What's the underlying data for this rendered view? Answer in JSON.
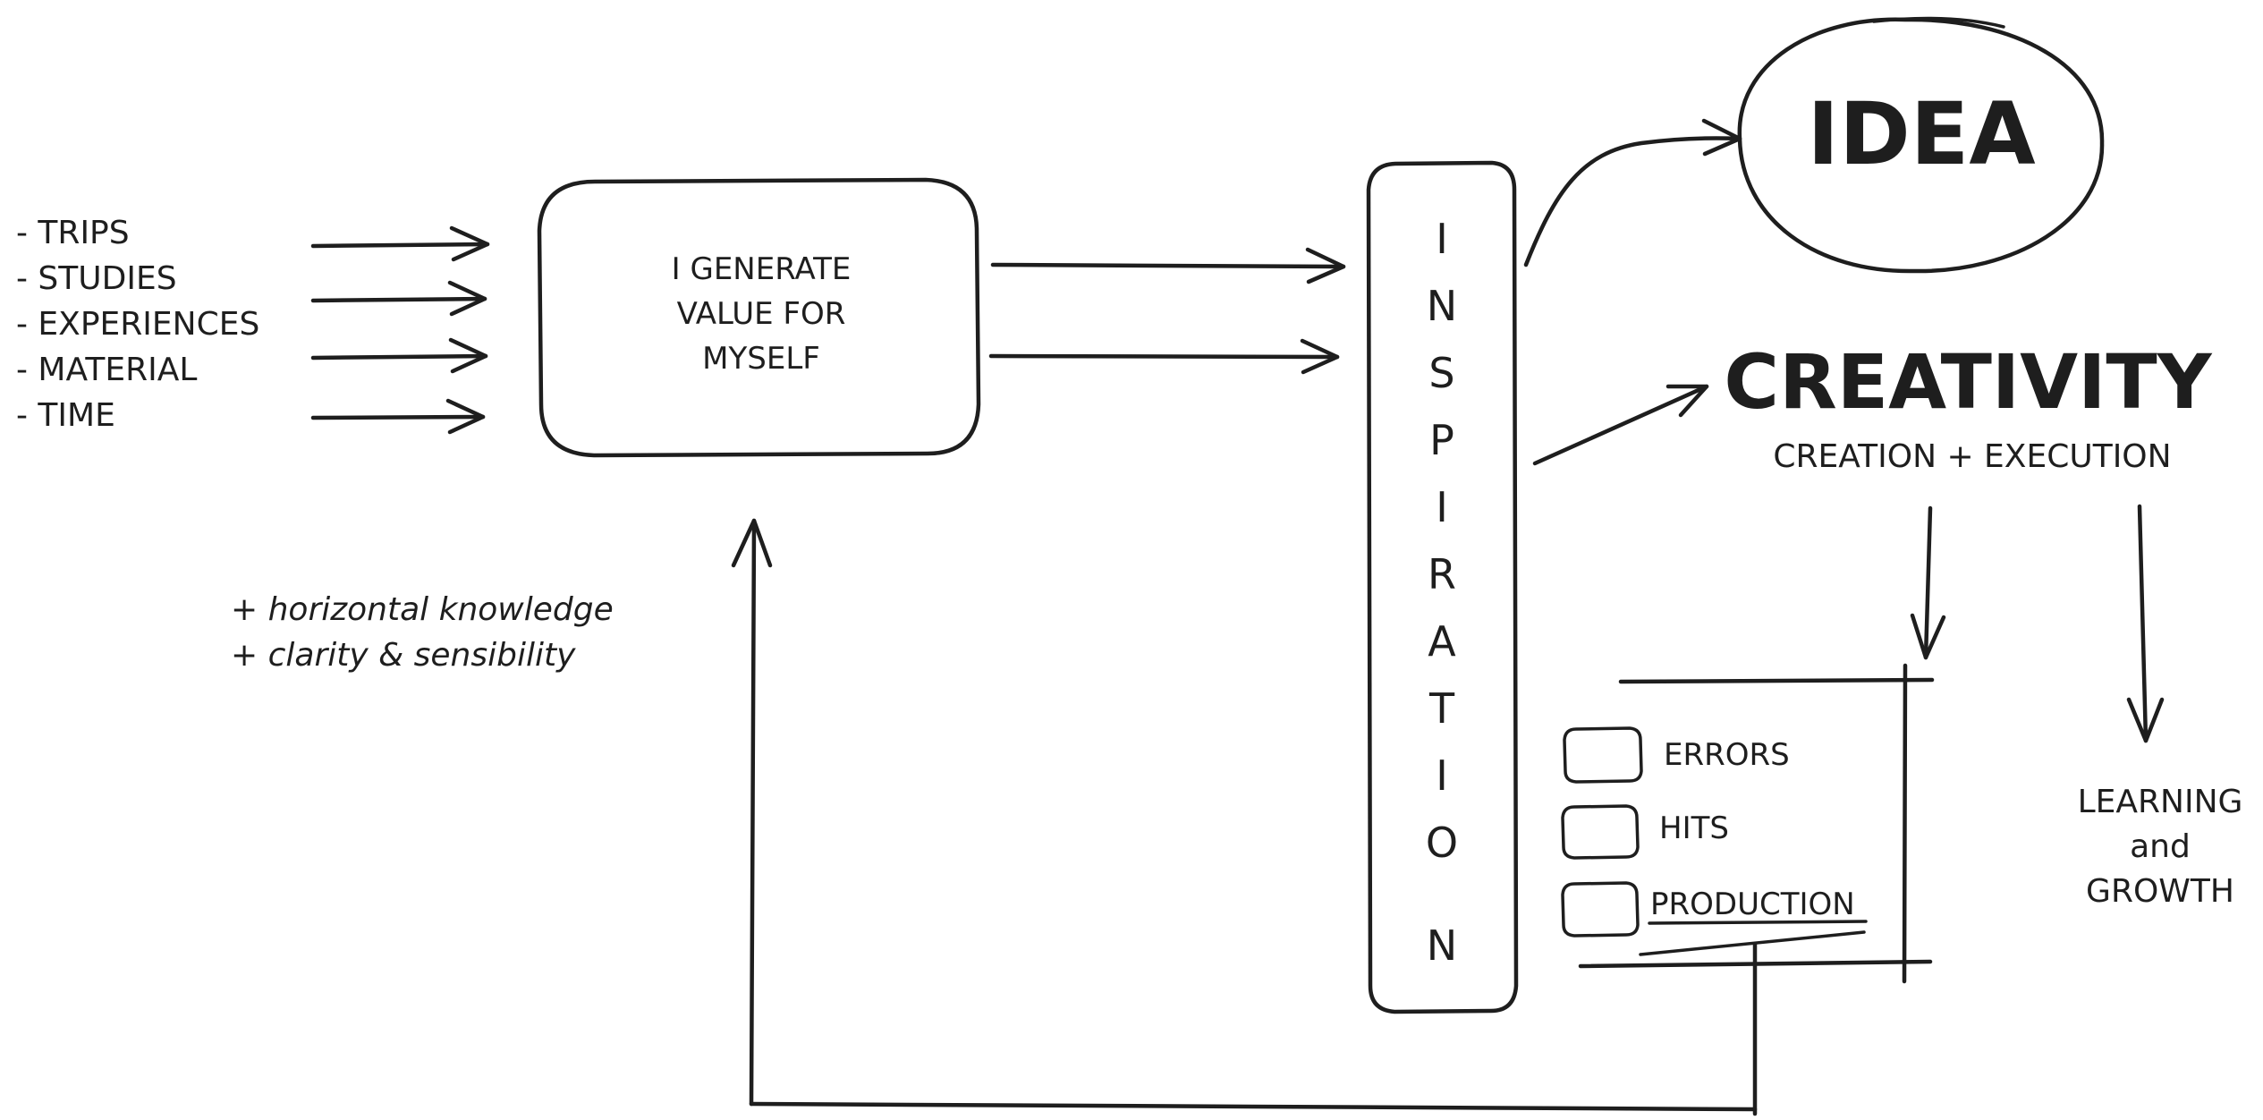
{
  "inputs": [
    "- TRIPS",
    "- STUDIES",
    "- EXPERIENCES",
    "- MATERIAL",
    "- TIME"
  ],
  "notes": [
    "+ horizontal knowledge",
    "+ clarity & sensibility"
  ],
  "generate_box": [
    "I GENERATE",
    "VALUE FOR",
    "MYSELF"
  ],
  "inspiration_letters": [
    "I",
    "N",
    "S",
    "P",
    "I",
    "R",
    "A",
    "T",
    "I",
    "O",
    "N"
  ],
  "idea": "IDEA",
  "creativity": {
    "title": "CREATIVITY",
    "subtitle": "CREATION + EXECUTION"
  },
  "checklist": [
    "ERRORS",
    "HITS",
    "PRODUCTION"
  ],
  "learning": [
    "LEARNING",
    "and",
    "GROWTH"
  ]
}
